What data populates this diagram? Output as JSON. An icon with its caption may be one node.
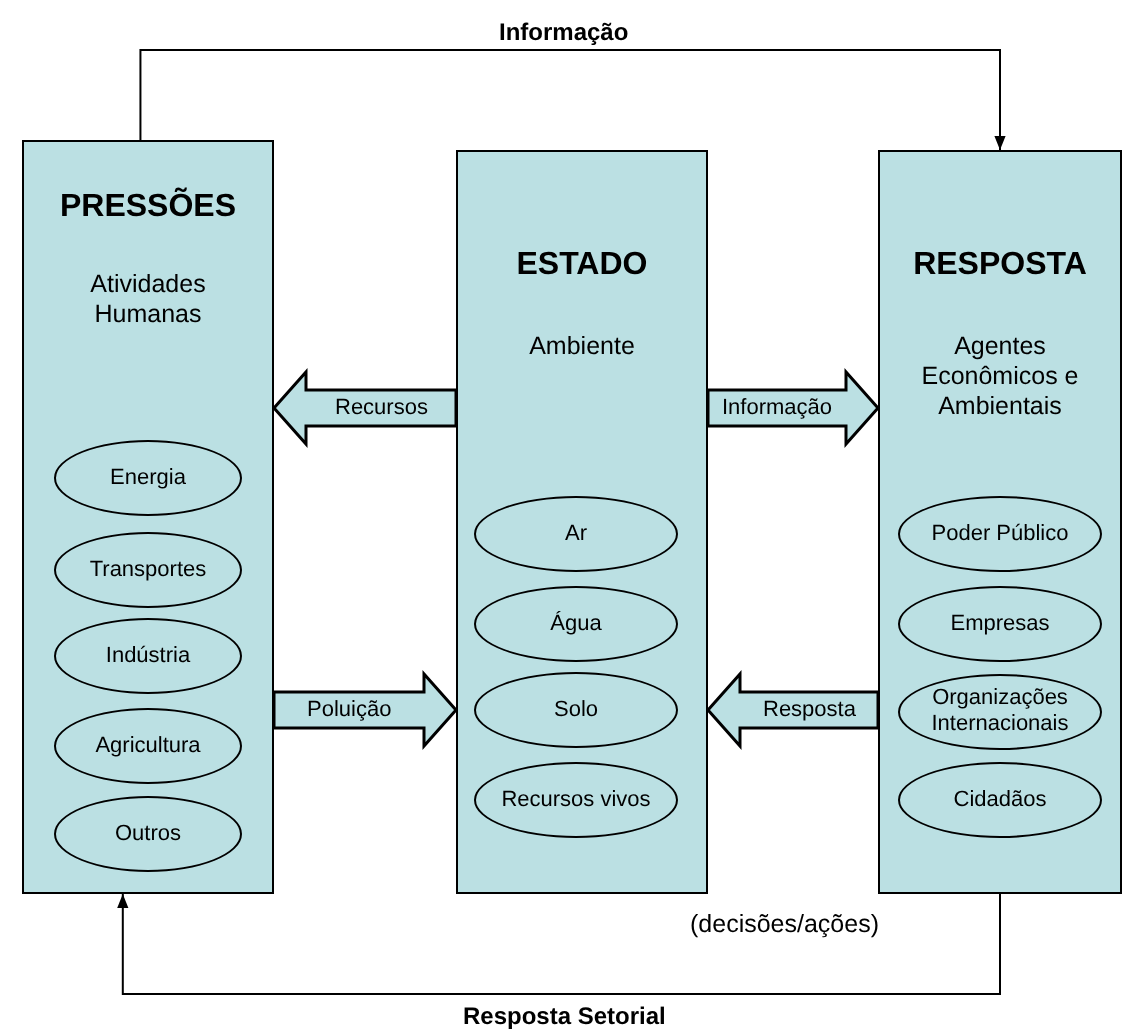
{
  "diagram": {
    "nodes": [
      {
        "text": [
          "PRESSÕES",
          "Atividades Humanas"
        ]
      },
      {
        "text": [
          "Energia"
        ],
        "in": 0
      },
      {
        "text": [
          "Transportes"
        ],
        "in": 0
      },
      {
        "text": [
          "Indústria"
        ],
        "in": 0
      },
      {
        "text": [
          "Agricultura"
        ],
        "in": 0
      },
      {
        "text": [
          "Outros"
        ],
        "in": 0
      },
      {
        "text": [
          "ESTADO",
          "Ambiente"
        ]
      },
      {
        "text": [
          "Ar"
        ],
        "in": 6
      },
      {
        "text": [
          "Água"
        ],
        "in": 6
      },
      {
        "text": [
          "Solo"
        ],
        "in": 6
      },
      {
        "text": [
          "Recursos vivos"
        ],
        "in": 6
      },
      {
        "text": [
          "RESPOSTA",
          "Agentes Econômicos e Ambientais"
        ]
      },
      {
        "text": [
          "Poder Público"
        ],
        "in": 11
      },
      {
        "text": [
          "Empresas"
        ],
        "in": 11
      },
      {
        "text": [
          "Organizações Internacionais"
        ],
        "in": 11
      },
      {
        "text": [
          "Cidadãos"
        ],
        "in": 11
      }
    ],
    "edges": [
      {
        "from": 0,
        "to": 11,
        "arrow": "to",
        "label": "Informação"
      },
      {
        "from": 6,
        "to": 0,
        "arrow": "to",
        "label": "Recursos",
        "style": "thick"
      },
      {
        "from": 6,
        "to": 11,
        "arrow": "to",
        "label": "Informação",
        "style": "thick"
      },
      {
        "from": 0,
        "to": 6,
        "arrow": "to",
        "label": "Poluição",
        "style": "thick"
      },
      {
        "from": 11,
        "to": 6,
        "arrow": "to",
        "label": "Resposta",
        "style": "thick"
      },
      {
        "from": 11,
        "to": 0,
        "arrow": "to",
        "label": "Resposta Setorial"
      }
    ],
    "labels": [
      "(decisões/ações)"
    ]
  }
}
